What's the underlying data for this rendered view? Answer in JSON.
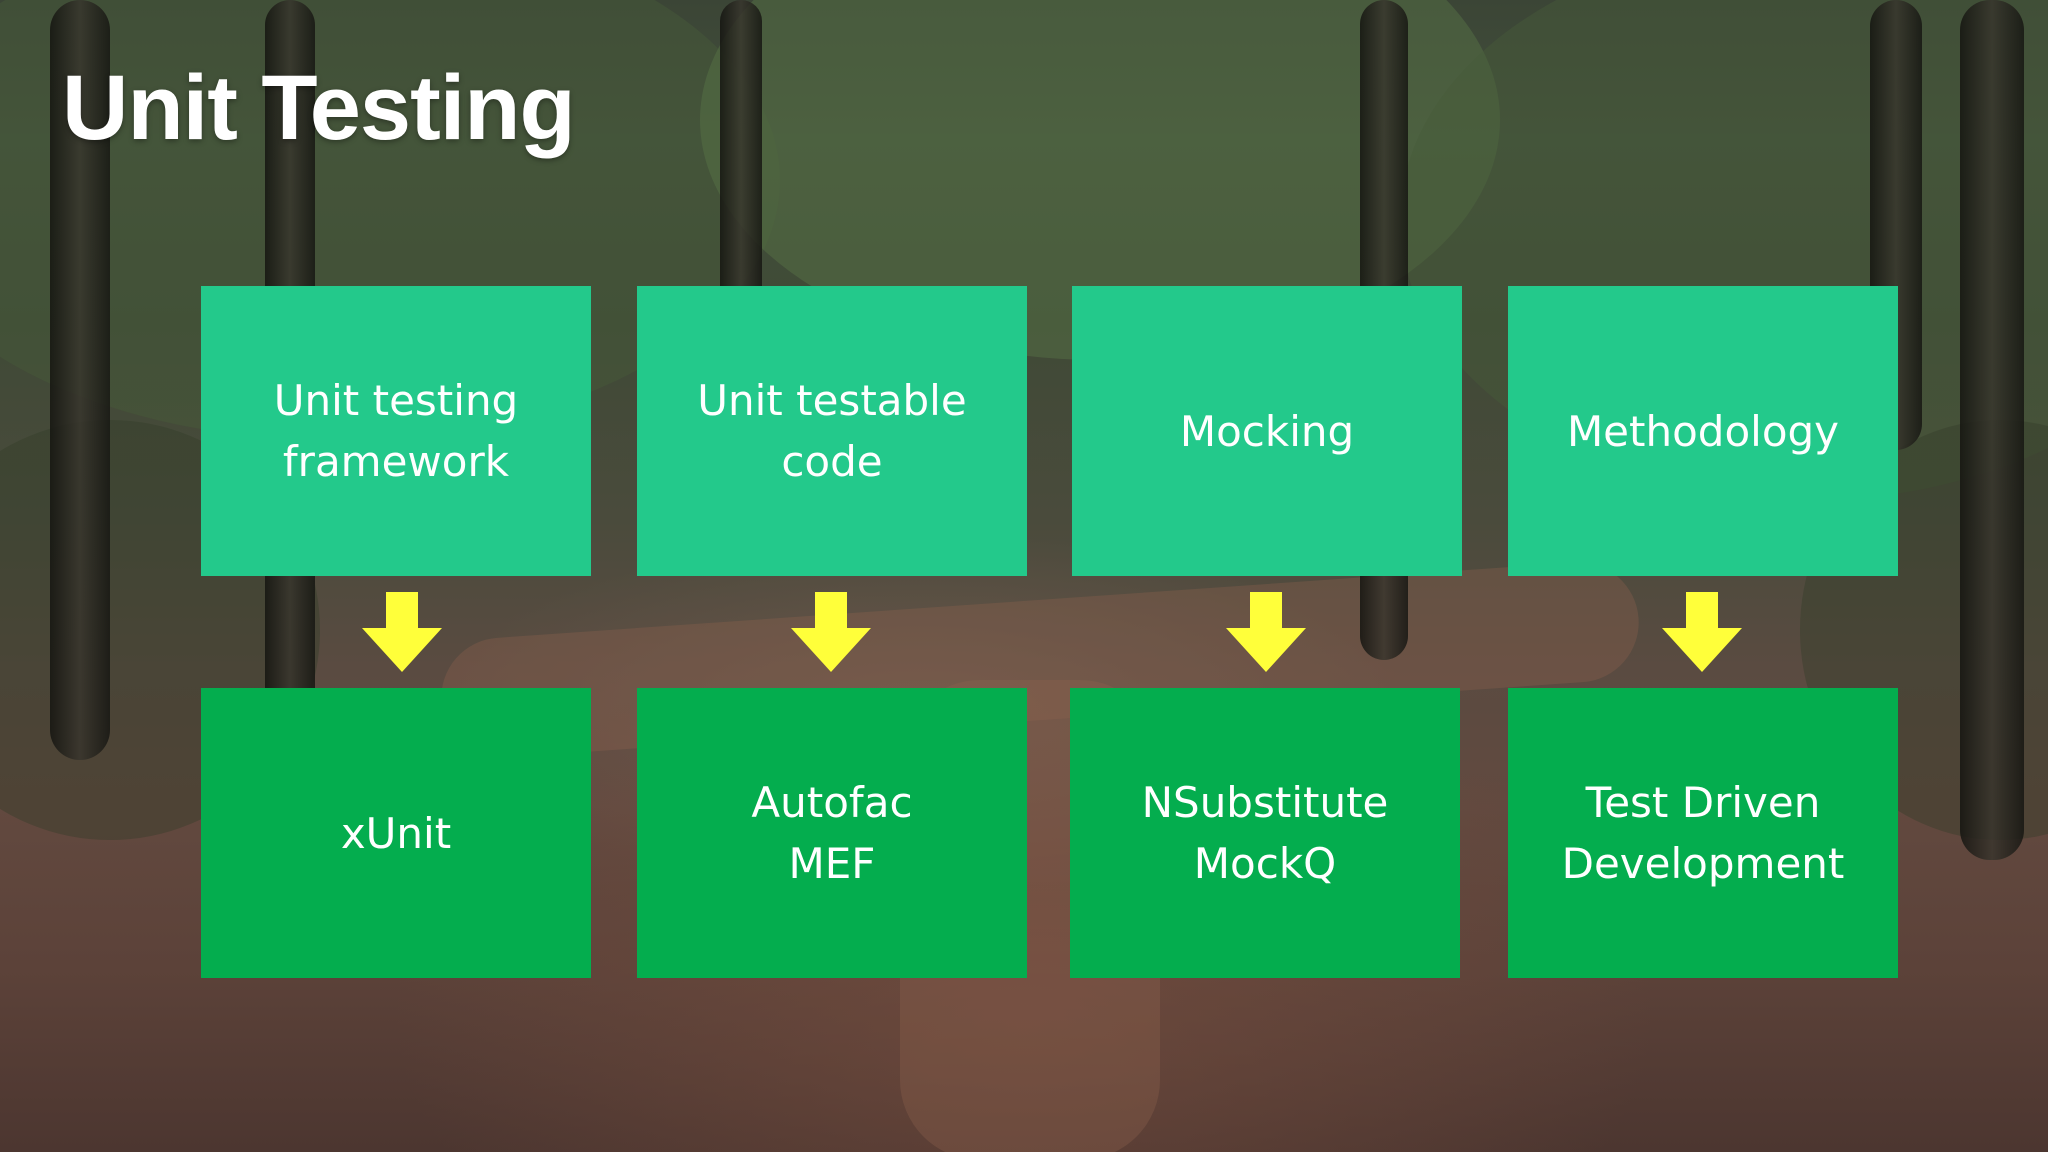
{
  "slide": {
    "title": "Unit Testing"
  },
  "colors": {
    "top_box": "#23c98b",
    "bottom_box": "#04ad4e",
    "arrow": "#ffff3a",
    "text": "#ffffff"
  },
  "columns": [
    {
      "concept": "Unit testing\nframework",
      "tool": "xUnit"
    },
    {
      "concept": "Unit testable\ncode",
      "tool": "Autofac\nMEF"
    },
    {
      "concept": "Mocking",
      "tool": "NSubstitute\nMockQ"
    },
    {
      "concept": "Methodology",
      "tool": "Test Driven\nDevelopment"
    }
  ],
  "icons": {
    "arrow": "arrow-down-icon"
  }
}
